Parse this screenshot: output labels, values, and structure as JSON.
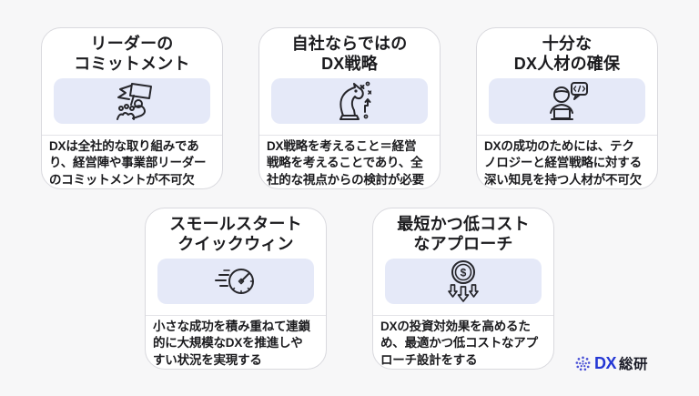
{
  "page": {
    "background": "#f7f7f8"
  },
  "colors": {
    "card_bg": "#ffffff",
    "card_border": "#d9d9de",
    "icon_box_bg": "#e5e9f8",
    "text": "#1b1b1e",
    "icon_stroke": "#26262b",
    "logo_blue": "#2437d4",
    "logo_dark": "#191a26"
  },
  "cards": [
    {
      "icon": "leader-flag-icon",
      "title": [
        "リーダーの",
        "コミットメント"
      ],
      "description": [
        "DXは全社的な取り組みであ",
        "り、経営陣や事業部リーダー",
        "のコミットメントが不可欠"
      ]
    },
    {
      "icon": "chess-knight-strategy-icon",
      "title": [
        "自社ならではの",
        "DX戦略"
      ],
      "description": [
        "DX戦略を考えること＝経営",
        "戦略を考えることであり、全",
        "社的な視点からの検討が必要"
      ]
    },
    {
      "icon": "engineer-code-icon",
      "title": [
        "十分な",
        "DX人材の確保"
      ],
      "description": [
        "DXの成功のためには、テク",
        "ノロジーと経営戦略に対する",
        "深い知見を持つ人材が不可欠"
      ]
    },
    {
      "icon": "speedometer-icon",
      "title": [
        "スモールスタート",
        "クイックウィン"
      ],
      "description": [
        "小さな成功を積み重ねて連鎖",
        "的に大規模なDXを推進しや",
        "すい状況を実現する"
      ]
    },
    {
      "icon": "cost-down-icon",
      "title": [
        "最短かつ低コスト",
        "なアプローチ"
      ],
      "description": [
        "DXの投資対効果を高めるた",
        "め、最適かつ低コストなアプ",
        "ローチ設計をする"
      ]
    }
  ],
  "logo": {
    "brand_dx": "DX",
    "brand_souken": "総研"
  }
}
